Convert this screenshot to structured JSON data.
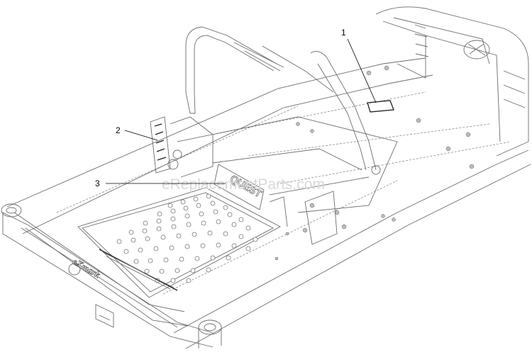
{
  "callouts": [
    {
      "id": "1",
      "label": "1"
    },
    {
      "id": "2",
      "label": "2"
    },
    {
      "id": "3",
      "label": "3"
    }
  ],
  "watermark": "eReplacementParts.com",
  "decal_text": "QUEST",
  "logo_text": "eXmark",
  "colors": {
    "line": "#6d6d6d",
    "callout": "#000000",
    "background": "#ffffff"
  }
}
